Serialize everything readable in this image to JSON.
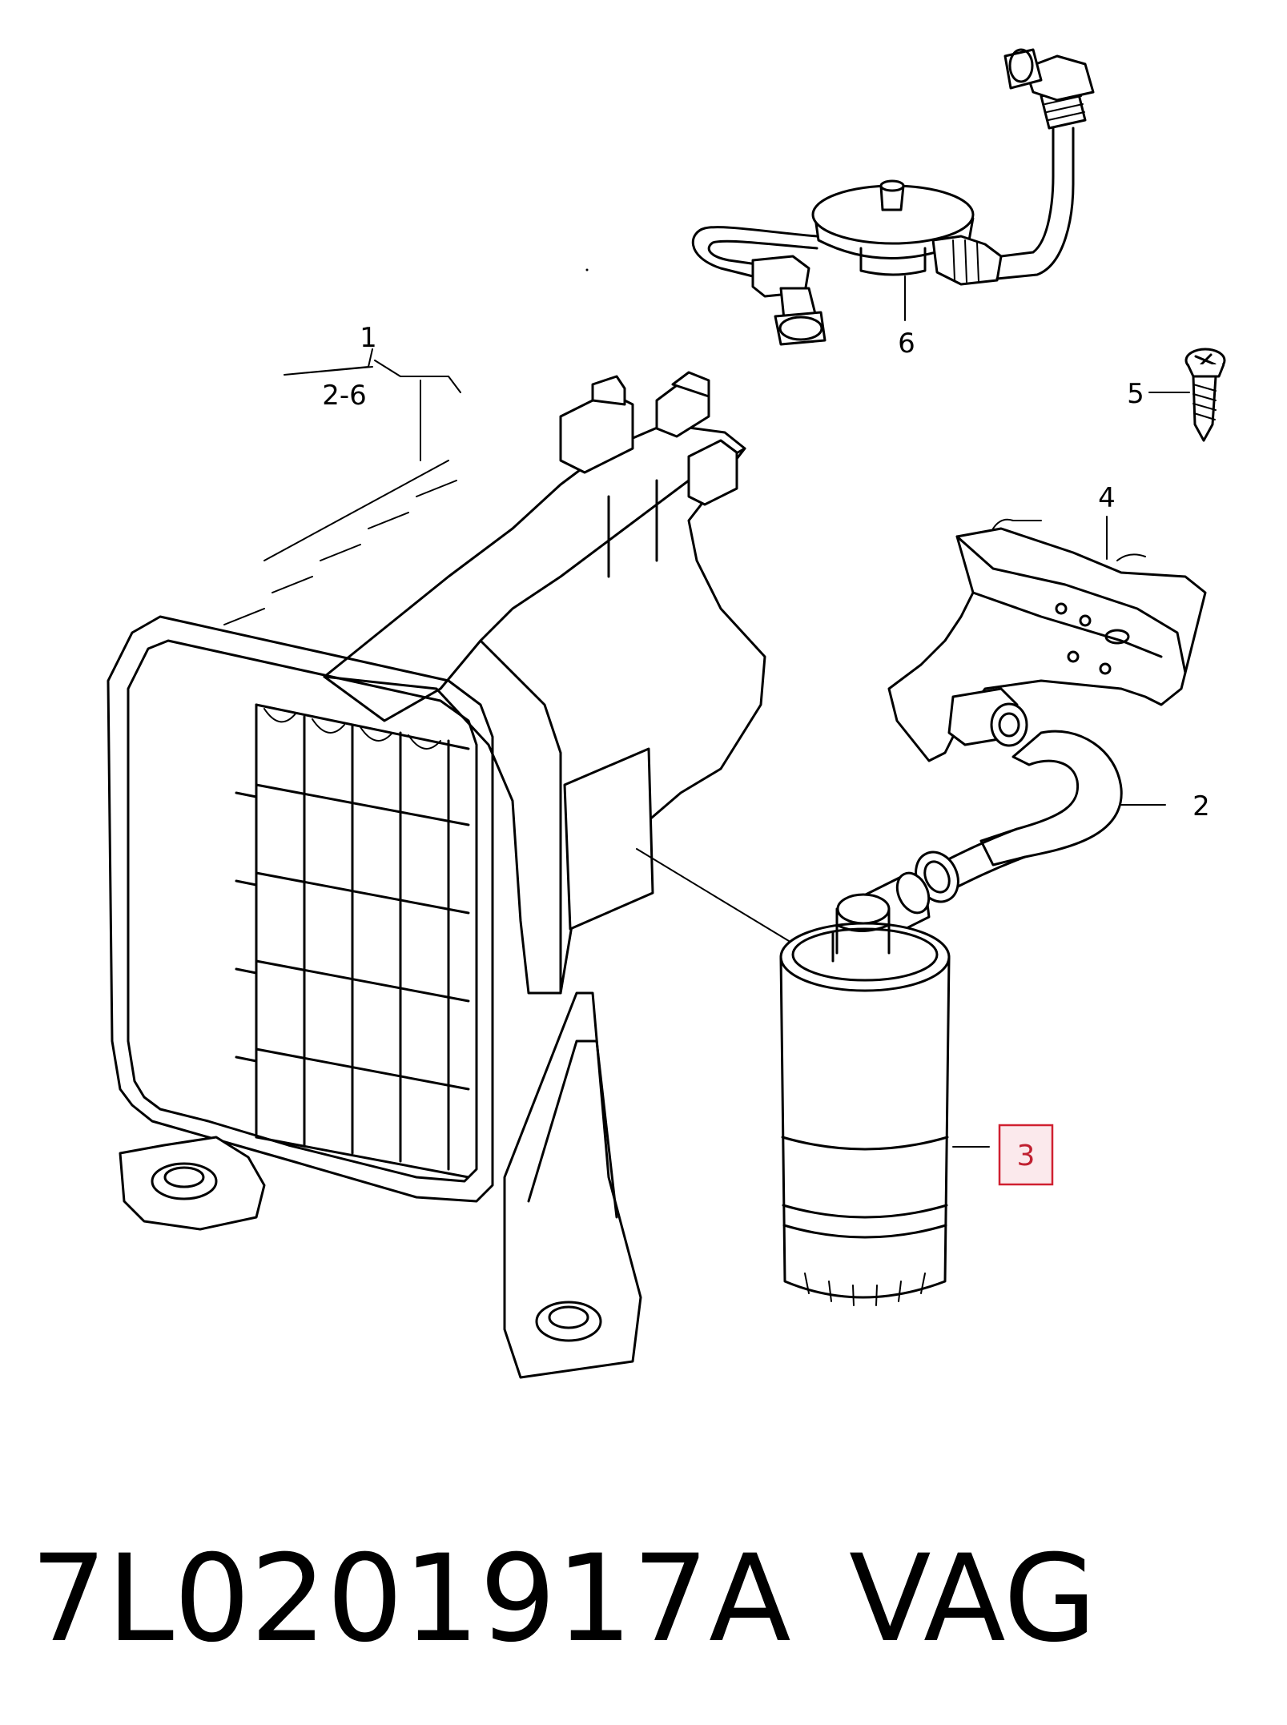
{
  "callouts": {
    "c1": "1",
    "c1_range": "2-6",
    "c2": "2",
    "c3": "3",
    "c4": "4",
    "c5": "5",
    "c6": "6"
  },
  "caption": {
    "part_number": "7L0201917A",
    "brand": "VAG"
  },
  "colors": {
    "highlight_border": "#d02030",
    "highlight_fill": "#fbe9ec",
    "highlight_text": "#c02030"
  }
}
